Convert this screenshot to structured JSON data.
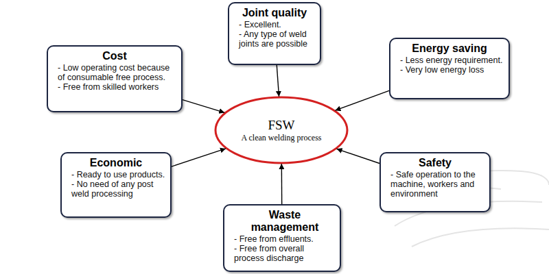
{
  "diagram": {
    "nodes": [
      {
        "text": [
          "Joint quality",
          "- Excellent.",
          "- Any type of weld joints are possible"
        ]
      },
      {
        "text": [
          "Cost",
          "- Low operating cost because of consumable free process.",
          "- Free from skilled workers"
        ]
      },
      {
        "text": [
          "Energy saving",
          "- Less energy requirement.",
          "- Very low energy loss"
        ]
      },
      {
        "text": [
          "FSW",
          "A clean welding process"
        ]
      },
      {
        "text": [
          "Economic",
          "- Ready to use products.",
          "- No need of any post weld processing"
        ]
      },
      {
        "text": [
          "Safety",
          "- Safe operation to the machine, workers and environment"
        ]
      },
      {
        "text": [
          "Waste management",
          "- Free from effluents.",
          "- Free from overall process discharge"
        ]
      }
    ],
    "edges": [
      {
        "from": 0,
        "to": 3,
        "arrow": "to"
      },
      {
        "from": 1,
        "to": 3,
        "arrow": "to"
      },
      {
        "from": 2,
        "to": 3,
        "arrow": "to"
      },
      {
        "from": 4,
        "to": 3,
        "arrow": "to"
      },
      {
        "from": 5,
        "to": 3,
        "arrow": "to"
      },
      {
        "from": 6,
        "to": 3,
        "arrow": "to"
      }
    ]
  }
}
